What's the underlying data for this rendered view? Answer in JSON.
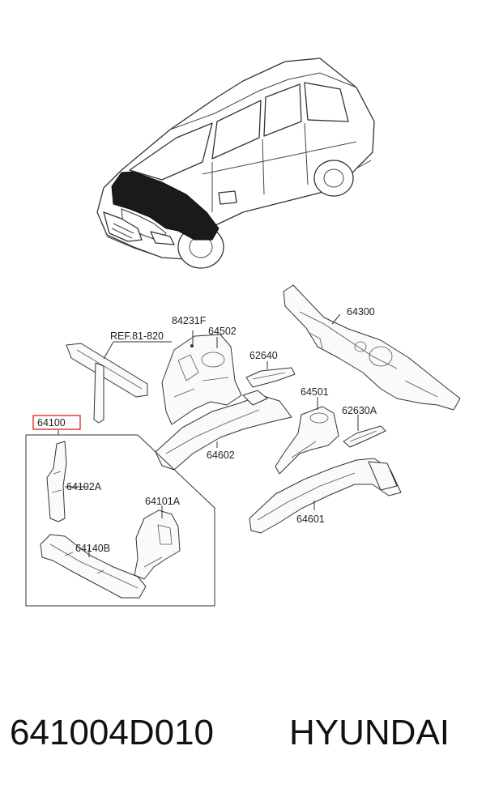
{
  "diagram": {
    "labels": {
      "ref": "REF.81-820",
      "p84231f": "84231F",
      "p64502": "64502",
      "p64300": "64300",
      "p62640": "62640",
      "p64501": "64501",
      "p62630a": "62630A",
      "p64602": "64602",
      "p64601": "64601",
      "p64100": "64100",
      "p64102a": "64102A",
      "p64101a": "64101A",
      "p64140b": "64140B"
    },
    "highlight_color": "#e03030"
  },
  "footer": {
    "part_number": "641004D010",
    "brand": "HYUNDAI"
  }
}
